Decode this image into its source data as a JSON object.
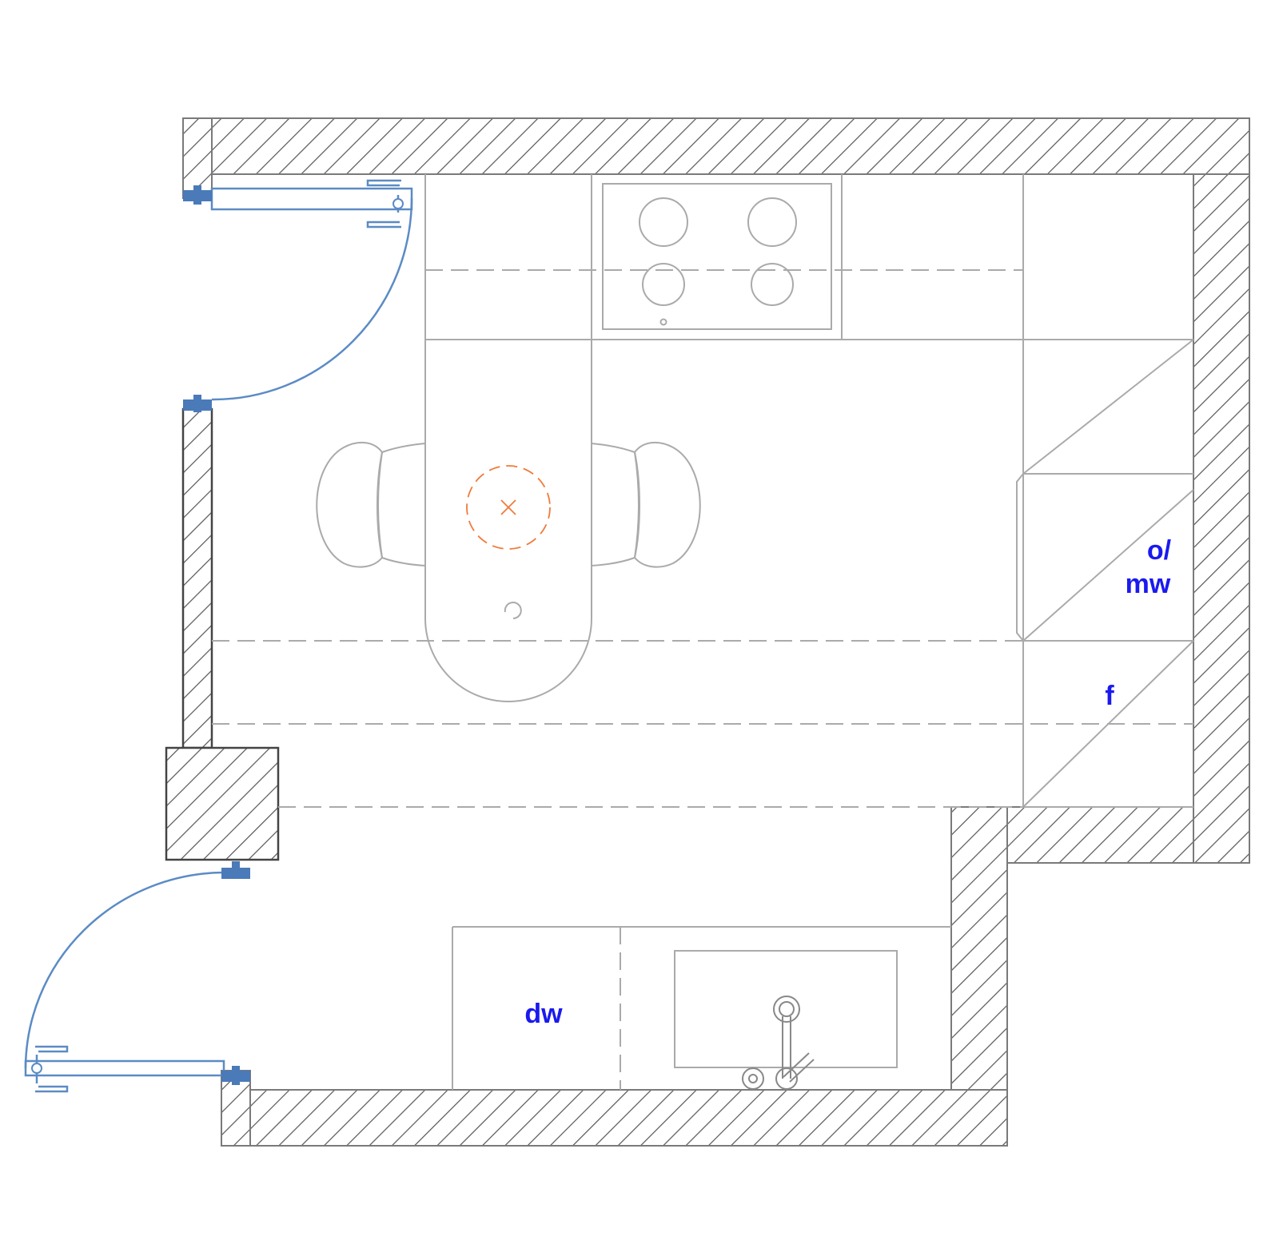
{
  "labels": {
    "oven_microwave_line1": "o/",
    "oven_microwave_line2": "mw",
    "fridge": "f",
    "dishwasher": "dw"
  },
  "colors": {
    "wall_outline": "#7a7a7a",
    "wall_hatch": "#555555",
    "fixture_line": "#aaaaaa",
    "door": "#5b8bc4",
    "door_hinge": "#4a7ab8",
    "pendant_light": "#f07a3a",
    "label_text": "#1a1aef",
    "background": "#ffffff"
  },
  "icons": {
    "cooktop": "cooktop-icon",
    "sink": "sink-icon",
    "faucet": "faucet-icon",
    "pendant_light": "pendant-light-icon",
    "door": "door-swing-icon",
    "chair": "chair-icon"
  }
}
